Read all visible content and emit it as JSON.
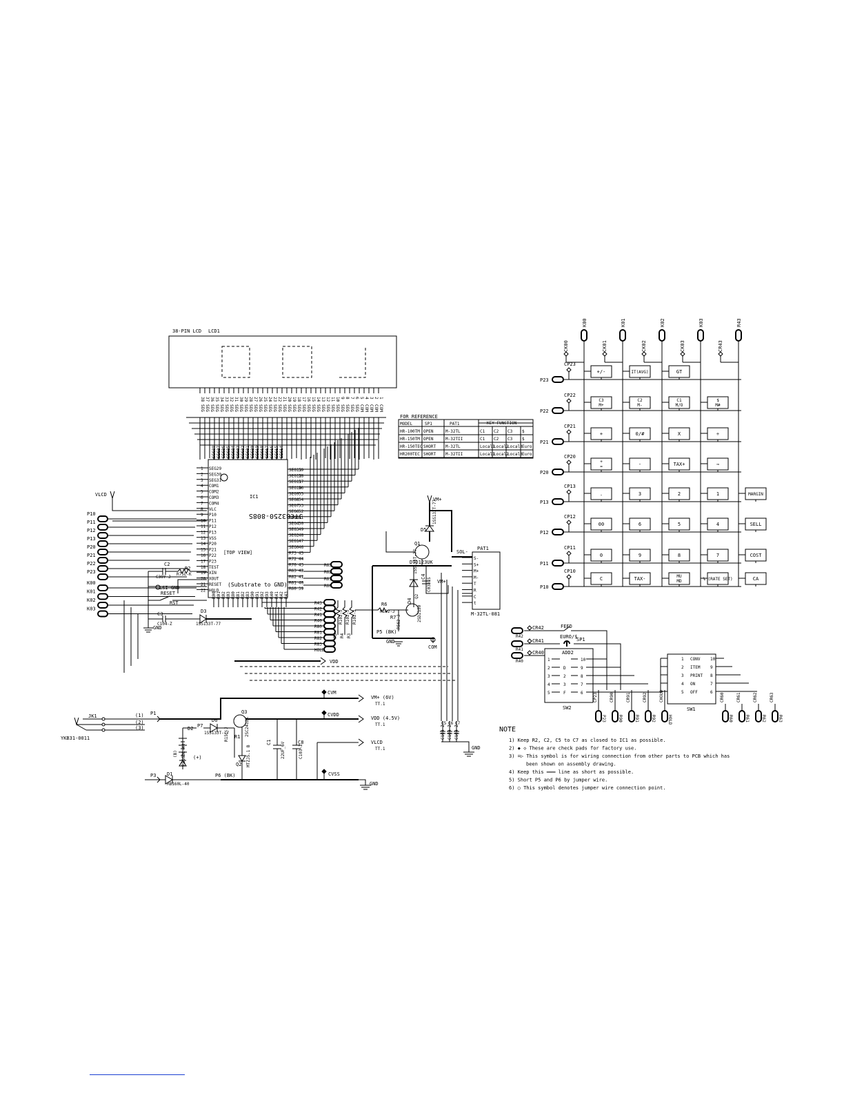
{
  "lcd": {
    "title": "38-PIN LCD",
    "ref": "LCD1"
  },
  "ic": {
    "ref": "IC1",
    "part": "JTC83250-808S",
    "view": "[TOP VIEW]",
    "substrate": "(Substrate to GND)"
  },
  "ic_left_pins": [
    {
      "n": "1",
      "name": "SEG29"
    },
    {
      "n": "2",
      "name": "SEG30"
    },
    {
      "n": "3",
      "name": "SEG31"
    },
    {
      "n": "4",
      "name": "COM1"
    },
    {
      "n": "5",
      "name": "COM2"
    },
    {
      "n": "6",
      "name": "COM3"
    },
    {
      "n": "7",
      "name": "COM4"
    },
    {
      "n": "8",
      "name": "VLC"
    },
    {
      "n": "9",
      "name": "P10"
    },
    {
      "n": "10",
      "name": "P11"
    },
    {
      "n": "11",
      "name": "P12"
    },
    {
      "n": "12",
      "name": "P13"
    },
    {
      "n": "13",
      "name": "VSS"
    },
    {
      "n": "14",
      "name": "P20"
    },
    {
      "n": "15",
      "name": "P21"
    },
    {
      "n": "16",
      "name": "P22"
    },
    {
      "n": "17",
      "name": "P23"
    },
    {
      "n": "18",
      "name": "TEST"
    },
    {
      "n": "19",
      "name": "XIN"
    },
    {
      "n": "20",
      "name": "XOUT"
    },
    {
      "n": "21",
      "name": "RESET"
    },
    {
      "n": "22",
      "name": "HOLD"
    }
  ],
  "ic_right_pins": [
    {
      "n": "59",
      "name": "SEG13"
    },
    {
      "n": "58",
      "name": "SEG12"
    },
    {
      "n": "57",
      "name": "SEG11"
    },
    {
      "n": "56",
      "name": "SEG10"
    },
    {
      "n": "55",
      "name": "SEG9"
    },
    {
      "n": "54",
      "name": "SEG8"
    },
    {
      "n": "53",
      "name": "SEG7"
    },
    {
      "n": "52",
      "name": "SEG6"
    },
    {
      "n": "51",
      "name": "SEG5"
    },
    {
      "n": "50",
      "name": "SEG4"
    },
    {
      "n": "49",
      "name": "SEG3"
    },
    {
      "n": "48",
      "name": "SEG2"
    },
    {
      "n": "47",
      "name": "SEG1"
    },
    {
      "n": "46",
      "name": "SEG0"
    },
    {
      "n": "45",
      "name": "R73"
    },
    {
      "n": "44",
      "name": "R72"
    },
    {
      "n": "43",
      "name": "R70"
    },
    {
      "n": "42",
      "name": "R63"
    },
    {
      "n": "41",
      "name": "R62"
    },
    {
      "n": "40",
      "name": "R61"
    },
    {
      "n": "39",
      "name": "R60"
    }
  ],
  "ic_top_pins": [
    "SEG28",
    "SEG27",
    "SEG26",
    "SEG25",
    "SEG24",
    "SEG23",
    "SEG22",
    "SEG21",
    "SEG20",
    "SEG19",
    "SEG18",
    "SEG17",
    "SEG16",
    "SEG15",
    "SEG14"
  ],
  "ic_bottom_pins": [
    "R00",
    "R01",
    "R02",
    "R03",
    "R80",
    "R81",
    "R82",
    "R83",
    "R90",
    "R91",
    "R92",
    "R93",
    "R40",
    "R41",
    "R42",
    "R43"
  ],
  "left_ports": [
    "P10",
    "P11",
    "P12",
    "P13",
    "P20",
    "P21",
    "P22",
    "P23",
    "K00",
    "K01",
    "K02",
    "K03"
  ],
  "left_parts": {
    "vlcd": "VLCD",
    "c2": "C2",
    "c2_val": "C30Y-J",
    "r2": "R2",
    "r2_val": "R75L-K",
    "lsi_gnd": "LSI-GND",
    "reset": "RESET",
    "rst": "RST",
    "c3": "C3",
    "c3_val": "C104-Z",
    "d3": "D3",
    "d3_val": "1SS133T-77",
    "gnd": "GND"
  },
  "bottom_ports": [
    "R43",
    "R42",
    "R41",
    "R40",
    "R80",
    "R81",
    "R82",
    "R83",
    "HOLD"
  ],
  "right_ports": [
    "R63",
    "R62",
    "R61",
    "R60"
  ],
  "vdd_label": "VDD",
  "reference_table": {
    "title": "FOR REFERENCE",
    "headers": [
      "MODEL",
      "SP1",
      "PAT1",
      "KEY FUNCTION"
    ],
    "rows": [
      [
        "HR-100TM",
        "OPEN",
        "M-32TL",
        "C1",
        "C2",
        "C3",
        "$"
      ],
      [
        "HR-150TM",
        "OPEN",
        "M-32TII",
        "C1",
        "C2",
        "C3",
        "$"
      ],
      [
        "HR-150TEC",
        "SHORT",
        "M-32TL",
        "Local1",
        "Local2",
        "Local3",
        "Euro"
      ],
      [
        "HR200TEC",
        "SHORT",
        "M-32TII",
        "Local1",
        "Local2",
        "Local3",
        "Euro"
      ]
    ]
  },
  "printer": {
    "vmp": "VM+",
    "d5": "D5",
    "d5_val": "1SS133T-77",
    "q1": "Q1",
    "q1_val": "DTD123UK",
    "sol": "SOL-",
    "pat": "PAT1",
    "pins": [
      "S-",
      "S+",
      "M+",
      "M-",
      "T",
      "R",
      "C",
      "t"
    ],
    "part": "M-32TL-081",
    "d4": "D4",
    "d4_val": "1SS133T-77",
    "c4": "C4",
    "c4_val": "C0331S",
    "vm": "VM+",
    "r6": "R6",
    "r6_val": "R102-J",
    "r7": "R7",
    "r7_val": "R562-J",
    "q2": "Q2",
    "q2_val": "2SD2150",
    "p5": "P5 (BK)",
    "gnd": "GND",
    "com": "COM",
    "res": [
      {
        "ref": "R5",
        "val": "R102-J"
      },
      {
        "ref": "R4",
        "val": "R102-J"
      },
      {
        "ref": "R3",
        "val": "R102-J"
      }
    ]
  },
  "power": {
    "jk": "JK1",
    "jk_part": "YKB31-0011",
    "jk_pins": [
      "(1)",
      "(2)",
      "(3)"
    ],
    "p1": "P1",
    "p3": "P3",
    "p7": "P7",
    "d6": "D6",
    "d6_val": "1SS133T-77",
    "d1": "D1",
    "d1_val": "RB160L-40",
    "d2": "D2",
    "d2_val": "RB160L-40",
    "q3": "Q3",
    "q3_val": "2SC2412K",
    "r1": "R1",
    "r1_val": "R15C-J",
    "q2": "Q2",
    "q2_val": "MTZJ5.1 B",
    "c1": "C1",
    "c1_val": "22UF_6V",
    "c8": "C8",
    "c8_val": "C103-Z",
    "battery": "(B)",
    "bat_label": "(+)",
    "p6": "P6 (BK)",
    "cvm": "CVM",
    "vm_out": "VM+ (6V)",
    "cvdd": "CVDD",
    "vdd_out": "VDD (4.5V)",
    "vlcd_out": "VLCD",
    "cvss": "CVSS",
    "gnd": "GND",
    "tt": "TT.1",
    "caps": [
      "C5",
      "C6",
      "C7"
    ],
    "cap_vals": [
      "C104-Z",
      "C104-Z",
      "C104-Z"
    ]
  },
  "keyboard": {
    "columns": [
      "K00",
      "K01",
      "K02",
      "K03",
      "R43"
    ],
    "column_pads": [
      "CK00",
      "CK01",
      "CK02",
      "CK03",
      "CR43"
    ],
    "rows": [
      {
        "port": "P23",
        "pad": "CP23",
        "keys": [
          "+/-",
          "IT(AVG)",
          "GT",
          "",
          ""
        ]
      },
      {
        "port": "P22",
        "pad": "CP22",
        "keys": [
          "C3 M+",
          "C2 M-",
          "C1 M/O",
          "$ M#",
          ""
        ]
      },
      {
        "port": "P21",
        "pad": "CP21",
        "keys": [
          "+",
          "0/#",
          "X",
          "÷",
          ""
        ]
      },
      {
        "port": "P20",
        "pad": "CP20",
        "keys": [
          "+ =",
          "-",
          "TAX+",
          "⇒",
          ""
        ]
      },
      {
        "port": "P13",
        "pad": "CP13",
        "keys": [
          ".",
          "3",
          "2",
          "1",
          "MARGIN"
        ]
      },
      {
        "port": "P12",
        "pad": "CP12",
        "keys": [
          "00",
          "6",
          "5",
          "4",
          "SELL"
        ]
      },
      {
        "port": "P11",
        "pad": "CP11",
        "keys": [
          "0",
          "9",
          "8",
          "7",
          "COST"
        ]
      },
      {
        "port": "P10",
        "pad": "CP10",
        "keys": [
          "C",
          "TAX-",
          "MU MD",
          "% (RATE SET)",
          "CA"
        ]
      }
    ]
  },
  "switches": {
    "feed": "FEED",
    "euro": "EURO/$",
    "sp1": "SP1",
    "pads": [
      "CR42",
      "CR41",
      "CR40"
    ],
    "ports": [
      "R42",
      "R41",
      "R40"
    ],
    "sw2_title": "ADD2",
    "sw2_left": [
      "1",
      "2",
      "3",
      "4",
      "5"
    ],
    "sw2_mid": [
      "",
      "D",
      "2",
      "3",
      "F"
    ],
    "sw2_right": [
      "10",
      "9",
      "8",
      "7",
      "6"
    ],
    "sw2_ref": "SW2",
    "sw2_pads": [
      "CP23",
      "CR90",
      "CR91",
      "CR92",
      "CHOLD"
    ],
    "sw2_ports": [
      "P23",
      "R90",
      "R91",
      "R92",
      "HOLD"
    ],
    "sw1_left": [
      "1",
      "2",
      "3",
      "4",
      "5"
    ],
    "sw1_labels": [
      "CONV",
      "ITEM",
      "PRINT",
      "ON",
      "OFF"
    ],
    "sw1_right": [
      "10",
      "9",
      "8",
      "7",
      "6"
    ],
    "sw1_ref": "SW1",
    "sw1_pads": [
      "CR60",
      "CR61",
      "CR62",
      "CR63"
    ],
    "sw1_ports": [
      "R60",
      "R61",
      "R62",
      "R63"
    ]
  },
  "notes": {
    "title": "NOTE",
    "items": [
      "1) Keep R2, C2, C5 to C7 as closed to IC1 as possible.",
      "2) ◆ ◇ These are check pads for factory use.",
      "3) =▷ This symbol is for wiring connection from other parts to PCB which has",
      "been shown on assembly drawing.",
      "4) Keep this ═══ line as short as possible.",
      "5) Short P5 and P6 by jumper wire.",
      "6) ○ This symbol denotes jumper wire connection point."
    ]
  }
}
